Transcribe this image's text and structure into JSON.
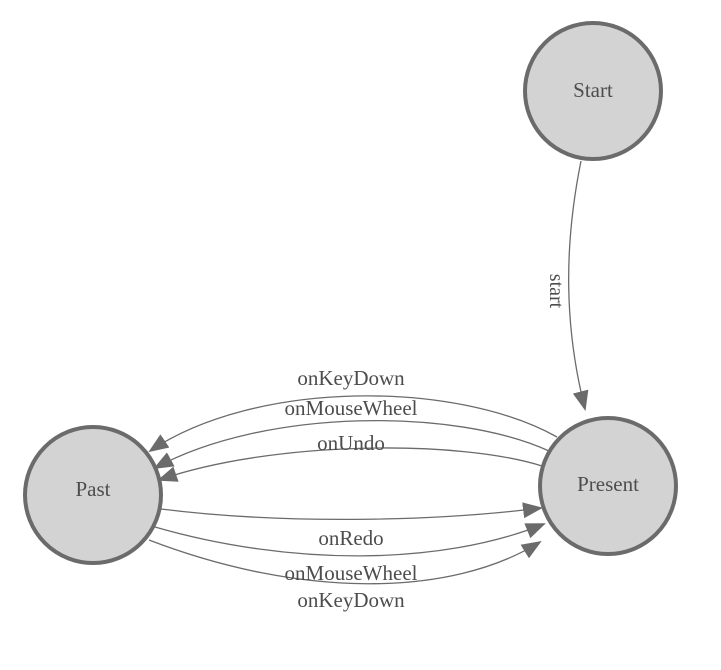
{
  "diagram": {
    "type": "state-machine",
    "colors": {
      "background": "#ffffff",
      "node_fill": "#d3d3d3",
      "node_stroke": "#6b6b6b",
      "edge_color": "#6b6b6b",
      "text_color": "#4d4d4d"
    },
    "nodes": [
      {
        "id": "start",
        "label": "Start"
      },
      {
        "id": "present",
        "label": "Present"
      },
      {
        "id": "past",
        "label": "Past"
      }
    ],
    "edges": [
      {
        "from": "Start",
        "to": "Present",
        "label": "start"
      },
      {
        "from": "Present",
        "to": "Past",
        "label": "onKeyDown"
      },
      {
        "from": "Present",
        "to": "Past",
        "label": "onMouseWheel"
      },
      {
        "from": "Present",
        "to": "Past",
        "label": "onUndo"
      },
      {
        "from": "Past",
        "to": "Present",
        "label": "onRedo"
      },
      {
        "from": "Past",
        "to": "Present",
        "label": "onMouseWheel"
      },
      {
        "from": "Past",
        "to": "Present",
        "label": "onKeyDown"
      }
    ]
  }
}
